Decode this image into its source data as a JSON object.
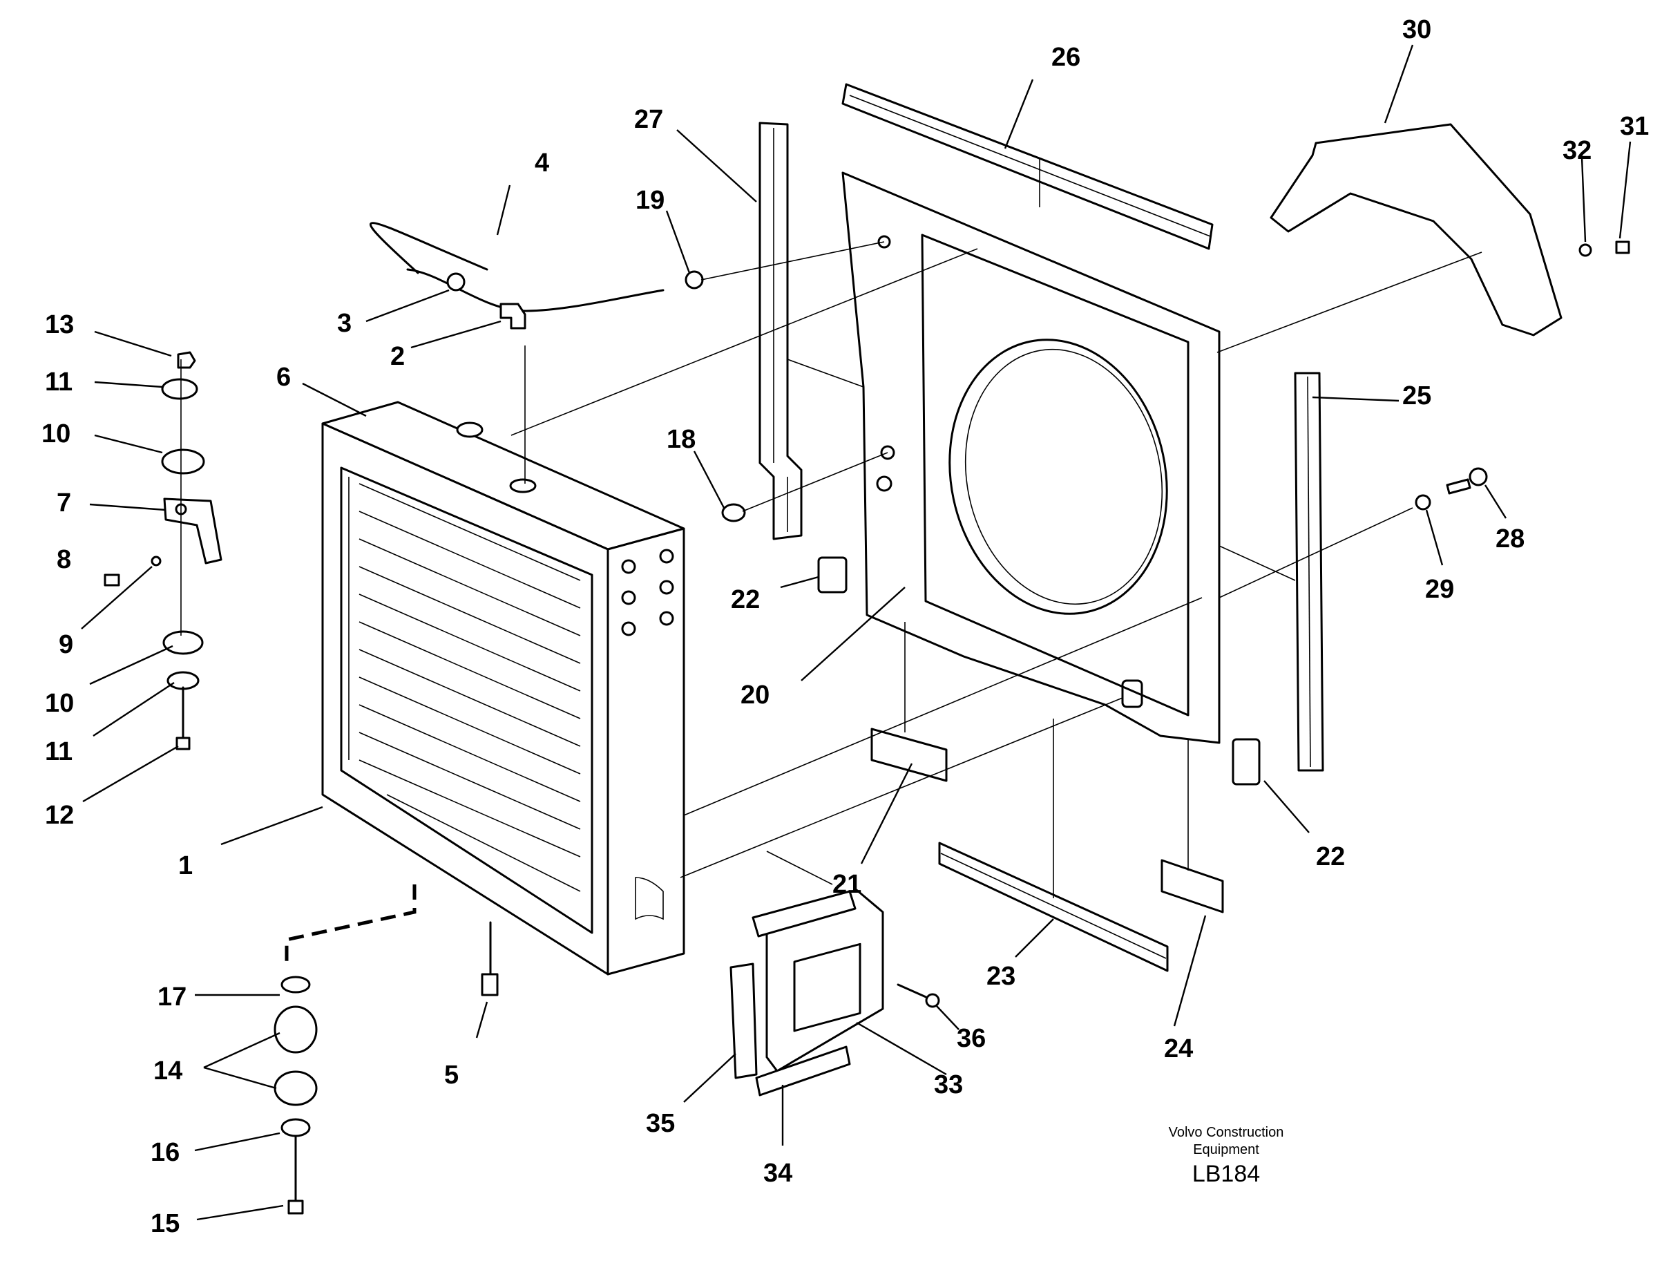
{
  "callouts": [
    "1",
    "2",
    "3",
    "4",
    "5",
    "6",
    "7",
    "8",
    "9",
    "10",
    "10",
    "11",
    "11",
    "12",
    "13",
    "14",
    "15",
    "16",
    "17",
    "18",
    "19",
    "20",
    "21",
    "22",
    "22",
    "23",
    "24",
    "25",
    "26",
    "27",
    "28",
    "29",
    "30",
    "31",
    "32",
    "33",
    "34",
    "35",
    "36"
  ],
  "footer": {
    "line1": "Volvo Construction",
    "line2": "Equipment",
    "code": "LB184"
  }
}
